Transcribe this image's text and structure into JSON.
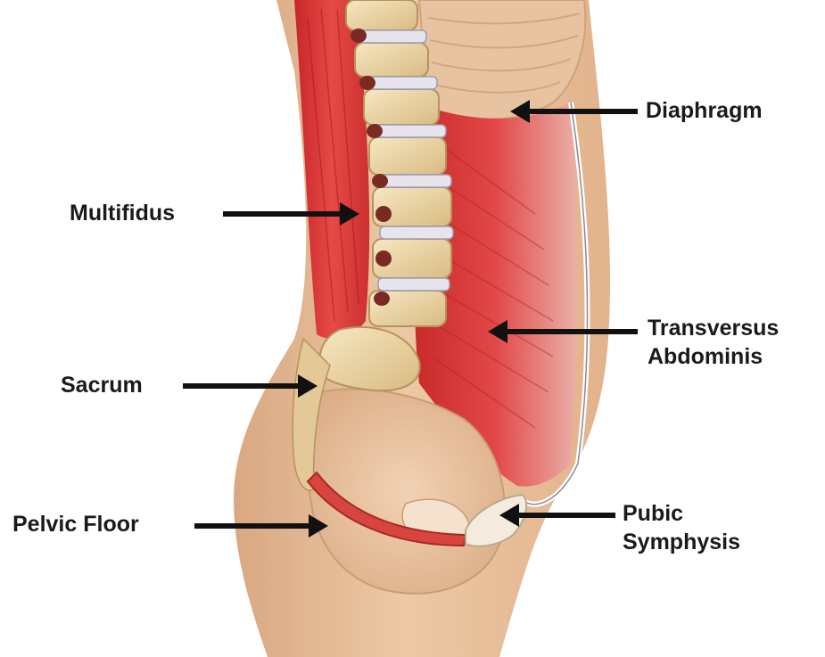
{
  "labels": {
    "diaphragm": "Diaphragm",
    "multifidus": "Multifidus",
    "transversus_line1": "Transversus",
    "transversus_line2": "Abdominis",
    "sacrum": "Sacrum",
    "pelvic_floor": "Pelvic Floor",
    "pubic_line1": "Pubic",
    "pubic_line2": "Symphysis"
  },
  "colors": {
    "skin": "#e9c29e",
    "skin_shade": "#d7a47c",
    "muscle": "#d93a3a",
    "bone": "#efd9a6",
    "disc": "#e9e6ef",
    "arrow": "#111111"
  }
}
